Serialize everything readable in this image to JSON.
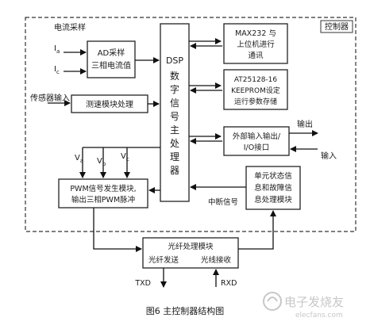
{
  "diagram": {
    "controller_label": "控制器",
    "current_sampling_label": "电流采样",
    "ia_label": "I",
    "ia_sub": "a",
    "ic_label": "I",
    "ic_sub": "c",
    "ad_block": {
      "line1": "AD采样",
      "line2": "三相电流值"
    },
    "sensor_input_label": "传感器输入",
    "speed_block": "测速模块处理",
    "dsp_block": {
      "line1": "DSP",
      "chars": [
        "数",
        "字",
        "信",
        "号",
        "主",
        "处",
        "理",
        "器"
      ]
    },
    "max232_block": {
      "line1": "MAX232 与",
      "line2": "上位机进行",
      "line3": "通讯"
    },
    "at25_block": {
      "line1": "AT25128-16",
      "line2": "KEEPROM设定",
      "line3": "运行参数存储"
    },
    "io_block": {
      "line1": "外部输入输出/",
      "line2": "I/O接口"
    },
    "output_label": "输出",
    "input_label": "输入",
    "va_label": "V",
    "va_sub": "a",
    "vb_label": "V",
    "vb_sub": "b",
    "vc_label": "V",
    "vc_sub": "c",
    "pwm_block": {
      "line1": "PWM信号发生模块,",
      "line2": "输出三相PWM脉冲"
    },
    "interrupt_label": "中断信号",
    "status_block": {
      "line1": "单元状态信",
      "line2": "息和故障信",
      "line3": "息处理模块"
    },
    "fiber_block": {
      "title": "光纤处理模块",
      "send": "光纤发送",
      "receive": "光线接收"
    },
    "txd_label": "TXD",
    "rxd_label": "RXD",
    "caption": "图6 主控制器结构图",
    "watermark": "电子发烧友",
    "watermark_url": "elecfans.com"
  }
}
